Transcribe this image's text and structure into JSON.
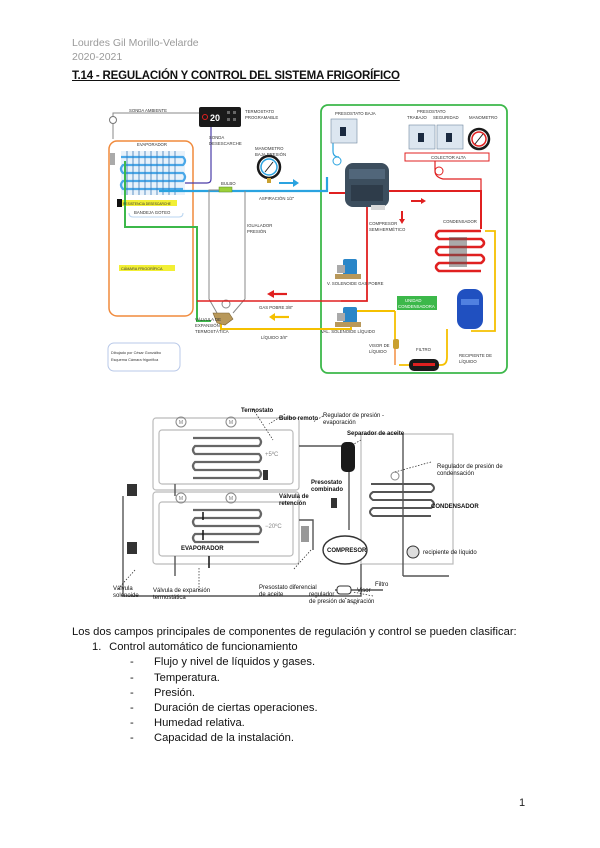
{
  "header": {
    "author": "Lourdes Gil Morillo-Velarde",
    "year": "2020-2021"
  },
  "title": "T.14 - REGULACIÓN Y CONTROL DEL SISTEMA FRIGORÍFICO",
  "figure1": {
    "labels": {
      "sonda_ambiente": "SONDA AMBIENTE",
      "termostato": "TERMOSTATO",
      "programable": "PROGRAMABLE",
      "display": "20",
      "sonda": "SONDA",
      "desescarche": "DESESCARCHE",
      "evaporador": "EVAPORADOR",
      "resistencia": "RESISTENCIA DESESCARCHE",
      "bandeja": "BANDEJA GOTEO",
      "manometro_bp1": "MANOMETRO",
      "manometro_bp2": "BAJA PRESIÓN",
      "bulbo": "BULBO",
      "aspiracion": "ASPIRACIÓN 1/2\"",
      "igualador1": "IGUALADOR",
      "igualador2": "PRESIÓN",
      "camara": "CÁMARA FRIGORÍFICA",
      "gas_pobre": "GAS POBRE 3/8\"",
      "valvula1": "VÁLVULA DE",
      "valvula2": "EXPANSIÓN",
      "valvula3": "TERMOSTÁTICA",
      "liquido": "LÍQUIDO 3/8\"",
      "credit1": "Dibujado por César Gonzálbo",
      "credit2": "Esquema Cámara frigorífica",
      "presostato_baja": "PRESOSTATO BAJA",
      "presostato": "PRESOSTATO",
      "trabajo": "TRABAJO",
      "seguridad": "SEGURIDAD",
      "manometro": "MANOMETRO",
      "colector_alta": "COLECTOR ALTA",
      "compresor1": "COMPRESOR",
      "compresor2": "SEMIHERMÉTICO",
      "condensador": "CONDENSADOR",
      "v_sol_gas": "V. SOLENOIDE GAS POBRE",
      "unidad1": "UNIDAD",
      "unidad2": "CONDENSADORA",
      "v_sol_liq": "VAL. SOLENOIDE LÍQUIDO",
      "visor1": "VISOR DE",
      "visor2": "LÍQUIDO",
      "filtro": "FILTRO",
      "recipiente1": "RECIPIENTE DE",
      "recipiente2": "LÍQUIDO"
    }
  },
  "figure2": {
    "labels": {
      "termostato": "Termostato",
      "bulbo_remoto": "Bulbo remoto",
      "reg_evap1": "Regulador de presión -",
      "reg_evap2": "evaporación",
      "separador": "Separador de aceite",
      "temp_high": "+5ºC",
      "temp_low": "−20ºC",
      "valvula_retencion1": "Válvula de",
      "valvula_retencion2": "retención",
      "presostato_comb1": "Presostato",
      "presostato_comb2": "combinado",
      "reg_cond1": "Regulador de presión de",
      "reg_cond2": "condensación",
      "condensador": "CONDENSADOR",
      "evaporador": "EVAPORADOR",
      "compresor": "COMPRESOR",
      "recipiente": "recipiente de líquido",
      "valvula_sol1": "Válvula",
      "valvula_sol2": "solenoide",
      "valvula_exp1": "Válvula de expansión",
      "valvula_exp2": "termostática",
      "presostato_dif1": "Presostato diferencial",
      "presostato_dif2": "de aceite",
      "regulador_asp1": "regulador",
      "regulador_asp2": "de presión de aspiración",
      "visor": "Visor",
      "filtro": "Filtro",
      "motor": "M"
    }
  },
  "body": {
    "intro": "Los dos campos principales de componentes de regulación y control se pueden clasificar:",
    "list": [
      {
        "number": "1.",
        "label": "Control automático de funcionamiento",
        "subitems": [
          "Flujo y nivel de líquidos y gases.",
          "Temperatura.",
          "Presión.",
          "Duración de ciertas operaciones.",
          "Humedad relativa.",
          "Capacidad de la instalación."
        ]
      }
    ]
  },
  "page_number": "1",
  "colors": {
    "suction": "#2aa3e0",
    "hot_gas": "#e02020",
    "liquid": "#f5c000",
    "frame_green": "#3cb84a",
    "chamber_orange": "#f08a3c",
    "label_yellow": "#f2ef35"
  }
}
